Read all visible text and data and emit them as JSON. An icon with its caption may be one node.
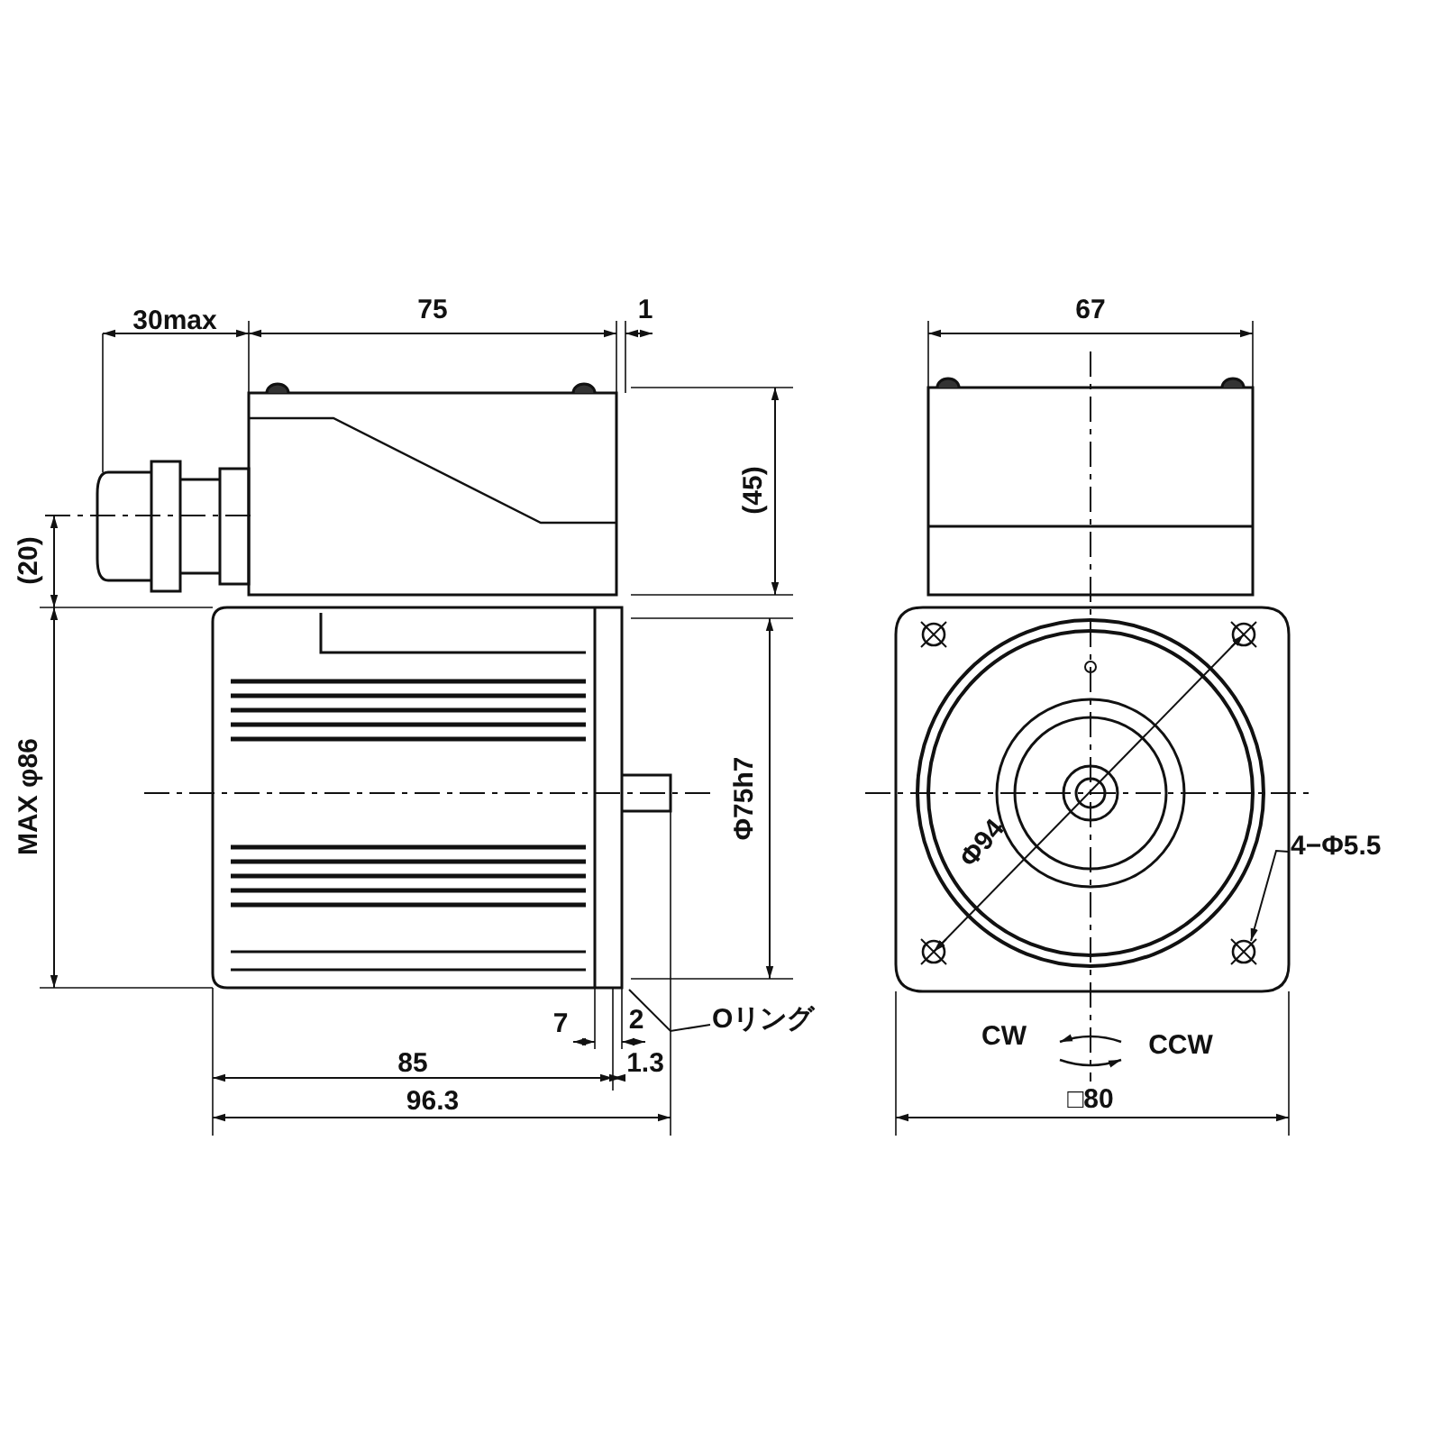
{
  "diagram": {
    "nodes": [
      {
        "text": [
          "Oリング"
        ]
      },
      {
        "text": [
          "4−Φ5.5"
        ]
      }
    ],
    "edges": [
      {
        "from": 0,
        "to": null,
        "arrow": "none"
      },
      {
        "from": 1,
        "to": null,
        "arrow": "to"
      }
    ],
    "labels": [
      "30max",
      "75",
      "1",
      "67",
      "(45)",
      "(20)",
      "MAX φ86",
      "Φ75h7",
      "Φ94",
      "7",
      "2",
      "85",
      "1.3",
      "96.3",
      "CW",
      "CCW",
      "□80"
    ]
  }
}
